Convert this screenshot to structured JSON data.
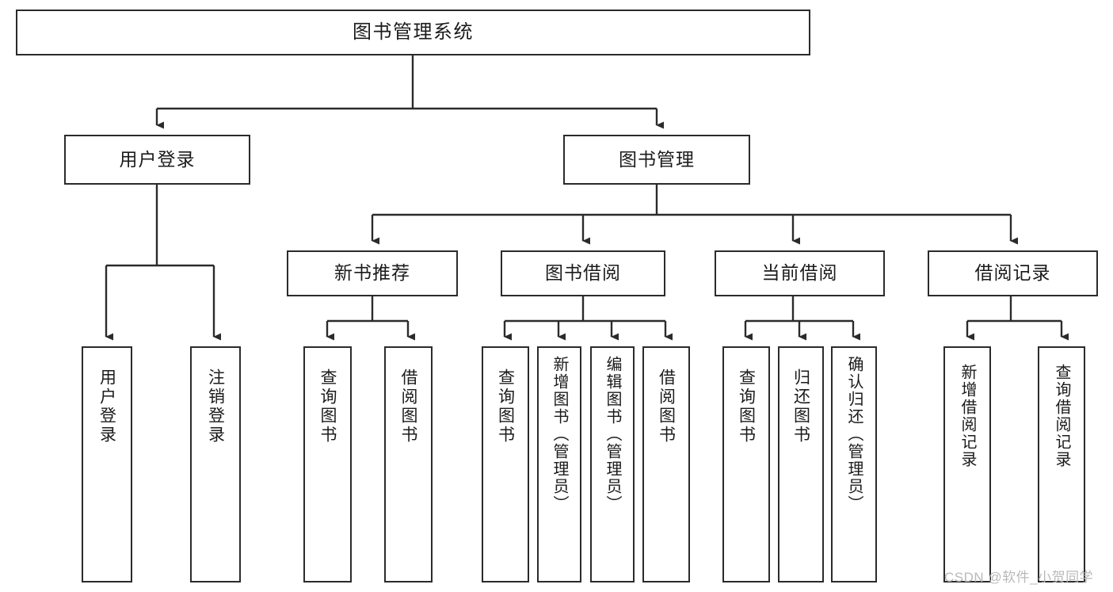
{
  "diagram": {
    "type": "tree",
    "title": "图书管理系统",
    "root": {
      "id": "root",
      "label": "图书管理系统",
      "orientation": "horizontal"
    },
    "level2": [
      {
        "id": "user-login",
        "label": "用户登录",
        "orientation": "horizontal"
      },
      {
        "id": "book-manage",
        "label": "图书管理",
        "orientation": "horizontal"
      }
    ],
    "level3": [
      {
        "id": "new-book-recommend",
        "label": "新书推荐",
        "orientation": "horizontal",
        "parent": "book-manage"
      },
      {
        "id": "book-borrow",
        "label": "图书借阅",
        "orientation": "horizontal",
        "parent": "book-manage"
      },
      {
        "id": "current-borrow",
        "label": "当前借阅",
        "orientation": "horizontal",
        "parent": "book-manage"
      },
      {
        "id": "borrow-record",
        "label": "借阅记录",
        "orientation": "horizontal",
        "parent": "book-manage"
      }
    ],
    "leaves": [
      {
        "id": "leaf-user-login",
        "label": "用户登录",
        "orientation": "vertical",
        "parent": "user-login"
      },
      {
        "id": "leaf-user-logout",
        "label": "注销登录",
        "orientation": "vertical",
        "parent": "user-login"
      },
      {
        "id": "leaf-query-book-1",
        "label": "查询图书",
        "orientation": "vertical",
        "parent": "new-book-recommend"
      },
      {
        "id": "leaf-borrow-book-1",
        "label": "借阅图书",
        "orientation": "vertical",
        "parent": "new-book-recommend"
      },
      {
        "id": "leaf-query-book-2",
        "label": "查询图书",
        "orientation": "vertical",
        "parent": "book-borrow"
      },
      {
        "id": "leaf-add-book",
        "label": "新增图书（管理员）",
        "orientation": "vertical",
        "parent": "book-borrow"
      },
      {
        "id": "leaf-edit-book",
        "label": "编辑图书（管理员）",
        "orientation": "vertical",
        "parent": "book-borrow"
      },
      {
        "id": "leaf-borrow-book-2",
        "label": "借阅图书",
        "orientation": "vertical",
        "parent": "book-borrow"
      },
      {
        "id": "leaf-query-book-3",
        "label": "查询图书",
        "orientation": "vertical",
        "parent": "current-borrow"
      },
      {
        "id": "leaf-return-book",
        "label": "归还图书",
        "orientation": "vertical",
        "parent": "current-borrow"
      },
      {
        "id": "leaf-confirm-return",
        "label": "确认归还（管理员）",
        "orientation": "vertical",
        "parent": "current-borrow"
      },
      {
        "id": "leaf-add-record",
        "label": "新增借阅记录",
        "orientation": "vertical",
        "parent": "borrow-record"
      },
      {
        "id": "leaf-query-record",
        "label": "查询借阅记录",
        "orientation": "vertical",
        "parent": "borrow-record"
      }
    ]
  },
  "watermark": {
    "text": "CSDN @软件_小贺同学"
  },
  "colors": {
    "stroke": "#2b2b2b",
    "background": "#ffffff",
    "text": "#1b1b1b",
    "watermark": "#b9b9b9"
  }
}
